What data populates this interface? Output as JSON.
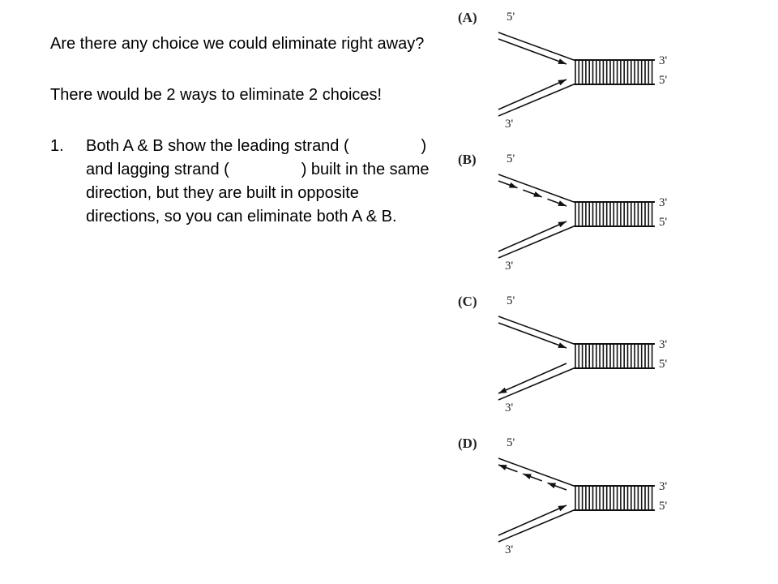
{
  "text": {
    "para1": "Are there any choice we could eliminate right away?",
    "para2": "There would be 2 ways to eliminate 2 choices!",
    "item1_number": "1.",
    "item1_text": "Both A & B show the leading strand (                ) and lagging strand (                ) built in the same direction, but they are built in opposite directions, so you can eliminate both A & B."
  },
  "panels": [
    {
      "label": "(A)",
      "top_end": "5'",
      "bottom_end": "3'",
      "right_top": "3'",
      "right_bottom": "5'",
      "top_strand": "continuous-toward-fork",
      "bottom_strand": "continuous-toward-fork"
    },
    {
      "label": "(B)",
      "top_end": "5'",
      "bottom_end": "3'",
      "right_top": "3'",
      "right_bottom": "5'",
      "top_strand": "dashed-toward-fork",
      "bottom_strand": "continuous-toward-fork"
    },
    {
      "label": "(C)",
      "top_end": "5'",
      "bottom_end": "3'",
      "right_top": "3'",
      "right_bottom": "5'",
      "top_strand": "continuous-toward-fork",
      "bottom_strand": "continuous-away-from-fork"
    },
    {
      "label": "(D)",
      "top_end": "5'",
      "bottom_end": "3'",
      "right_top": "3'",
      "right_bottom": "5'",
      "top_strand": "dashed-away-from-fork",
      "bottom_strand": "continuous-toward-fork"
    }
  ]
}
